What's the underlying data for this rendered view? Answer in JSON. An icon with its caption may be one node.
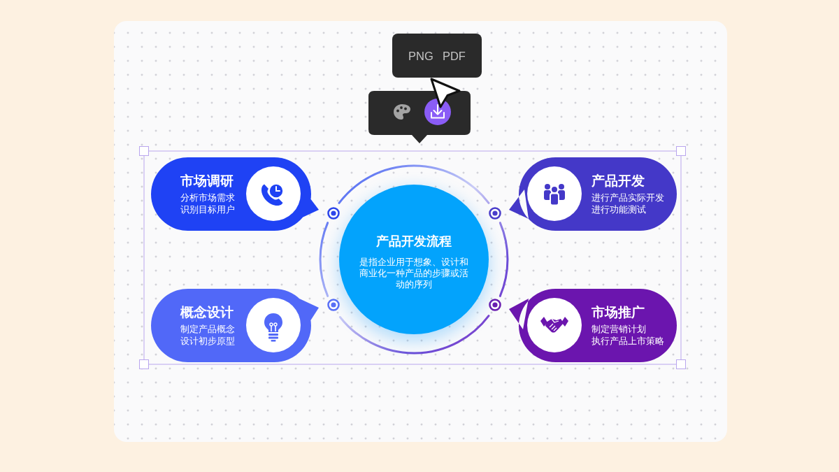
{
  "diagram": {
    "nodes": [
      {
        "text": [
          "市场调研",
          "分析市场需求",
          "识别目标用户"
        ]
      },
      {
        "text": [
          "产品开发",
          "进行产品实际开发",
          "进行功能测试"
        ]
      },
      {
        "text": [
          "产品开发流程",
          "是指企业用于想象、设计和商业化一种产品的步骤或活动的序列"
        ]
      },
      {
        "text": [
          "概念设计",
          "制定产品概念",
          "设计初步原型"
        ]
      },
      {
        "text": [
          "市场推广",
          "制定营销计划",
          "执行产品上市策略"
        ]
      }
    ],
    "labels": [
      "PNG",
      "PDF"
    ]
  }
}
